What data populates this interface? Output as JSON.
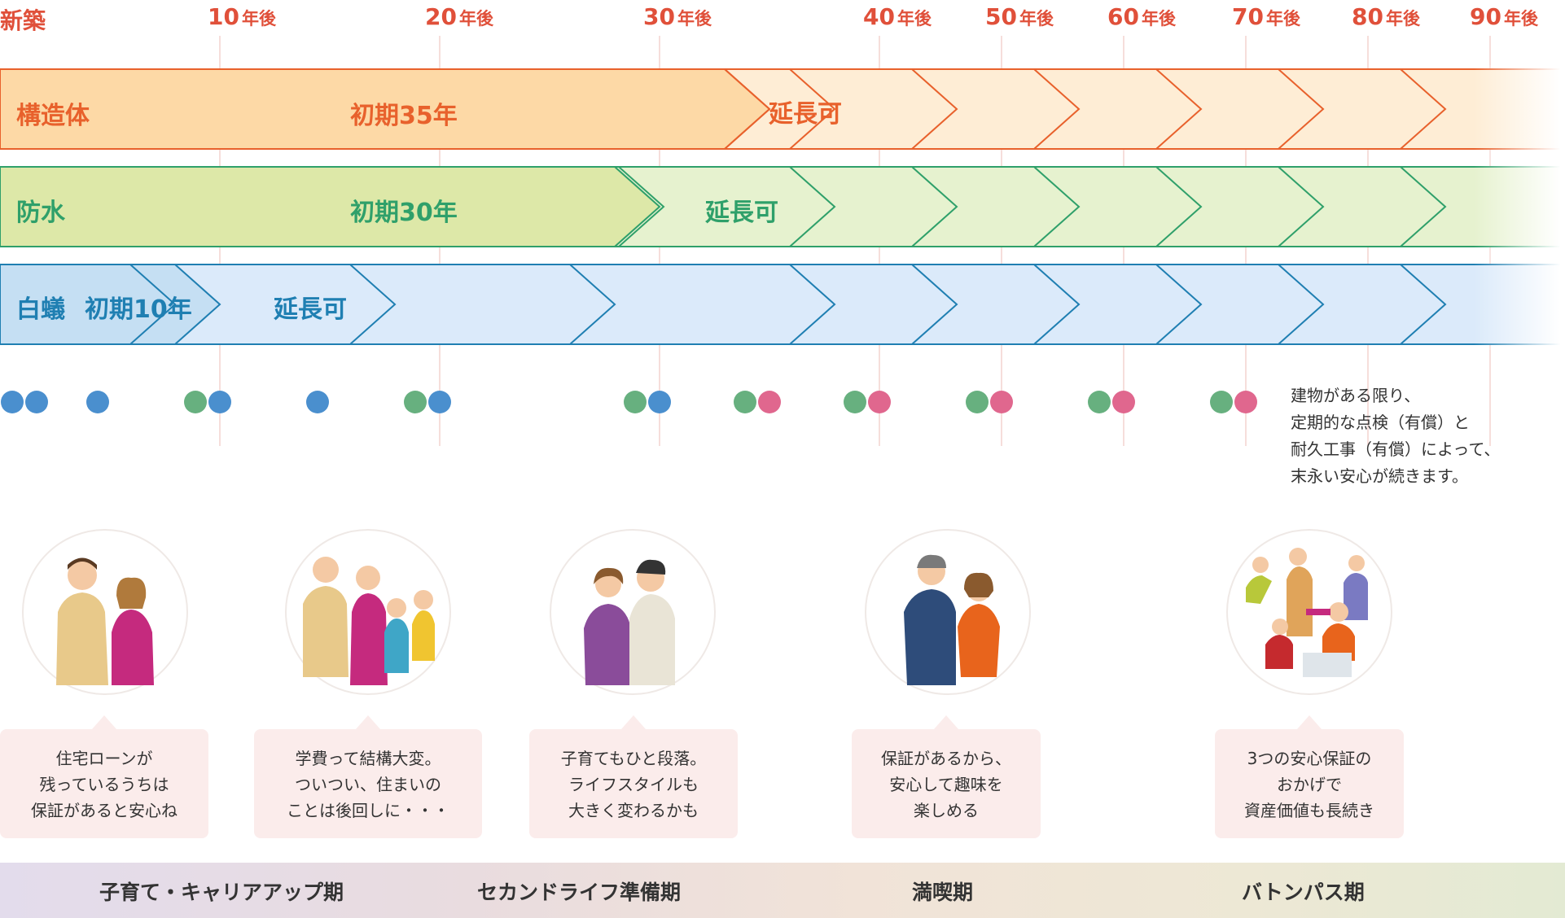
{
  "axis": {
    "start_label": "新築",
    "ticks": [
      {
        "num": "10",
        "unit": "年後"
      },
      {
        "num": "20",
        "unit": "年後"
      },
      {
        "num": "30",
        "unit": "年後"
      },
      {
        "num": "40",
        "unit": "年後"
      },
      {
        "num": "50",
        "unit": "年後"
      },
      {
        "num": "60",
        "unit": "年後"
      },
      {
        "num": "70",
        "unit": "年後"
      },
      {
        "num": "80",
        "unit": "年後"
      },
      {
        "num": "90",
        "unit": "年後"
      }
    ]
  },
  "bands": [
    {
      "name": "構造体",
      "initial_label": "初期35年",
      "extend_label": "延長可",
      "initial_years": 35,
      "color": "#e8612c",
      "fill": "#fdd9a6",
      "ext_fill": "#feedd5"
    },
    {
      "name": "防水",
      "initial_label": "初期30年",
      "extend_label": "延長可",
      "initial_years": 30,
      "color": "#2fa06a",
      "fill": "#dde8a8",
      "ext_fill": "#e6f2cf"
    },
    {
      "name": "白蟻",
      "initial_label": "初期10年",
      "extend_label": "延長可",
      "initial_years": 10,
      "color": "#1f7fb2",
      "fill": "#c5dff3",
      "ext_fill": "#dbeafa"
    }
  ],
  "dots": {
    "colors": {
      "blue": "#4a8fce",
      "green": "#67b07f",
      "pink": "#e0678e"
    },
    "groups": [
      {
        "colors": [
          "blue",
          "blue"
        ]
      },
      {
        "colors": [
          "blue"
        ]
      },
      {
        "colors": [
          "green",
          "blue"
        ]
      },
      {
        "colors": [
          "blue"
        ]
      },
      {
        "colors": [
          "green",
          "blue"
        ]
      },
      {
        "colors": [
          "green",
          "blue"
        ]
      },
      {
        "colors": [
          "green",
          "pink"
        ]
      },
      {
        "colors": [
          "green",
          "pink"
        ]
      },
      {
        "colors": [
          "green",
          "pink"
        ]
      },
      {
        "colors": [
          "green",
          "pink"
        ]
      },
      {
        "colors": [
          "green",
          "pink"
        ]
      }
    ]
  },
  "note": "建物がある限り、\n定期的な点検（有償）と\n耐久工事（有償）によって、\n末永い安心が続きます。",
  "stages": [
    {
      "bubble": "住宅ローンが\n残っているうちは\n保証があると安心ね"
    },
    {
      "bubble": "学費って結構大変。\nついつい、住まいの\nことは後回しに・・・"
    },
    {
      "bubble": "子育てもひと段落。\nライフスタイルも\n大きく変わるかも"
    },
    {
      "bubble": "保証があるから、\n安心して趣味を\n楽しめる"
    },
    {
      "bubble": "3つの安心保証の\nおかげで\n資産価値も長続き"
    }
  ],
  "phases": [
    {
      "label": "子育て・キャリアアップ期"
    },
    {
      "label": "セカンドライフ準備期"
    },
    {
      "label": "満喫期"
    },
    {
      "label": "バトンパス期"
    }
  ]
}
